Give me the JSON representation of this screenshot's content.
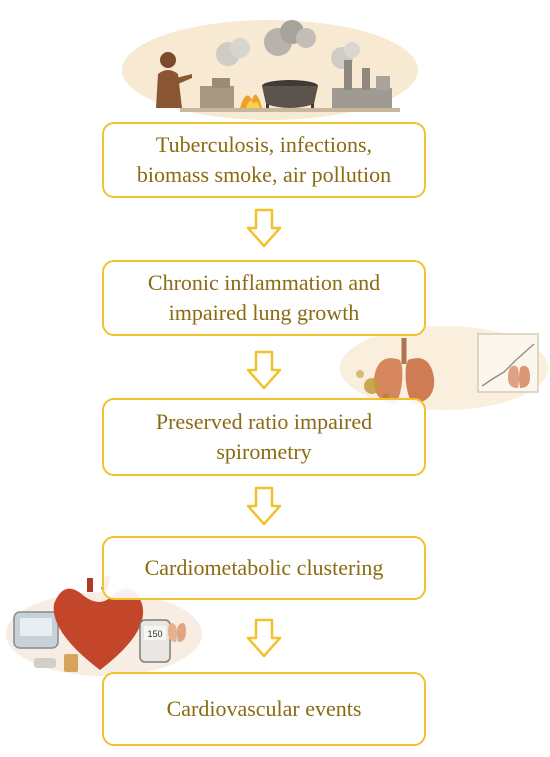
{
  "flowchart": {
    "steps": [
      {
        "id": "step1",
        "lines": [
          "Tuberculosis, infections,",
          "biomass smoke, air pollution"
        ]
      },
      {
        "id": "step2",
        "lines": [
          "Chronic inflammation and",
          "impaired lung growth"
        ]
      },
      {
        "id": "step3",
        "lines": [
          "Preserved ratio impaired",
          "spirometry"
        ]
      },
      {
        "id": "step4",
        "lines": [
          "Cardiometabolic clustering"
        ]
      },
      {
        "id": "step5",
        "lines": [
          "Cardiovascular events"
        ]
      }
    ],
    "illustrations": {
      "top": "smoke-pollution-scene",
      "right": "lungs-illustration",
      "left": "heart-cardiometabolic-illustration"
    }
  },
  "colors": {
    "box_border": "#f0c22e",
    "text": "#8a6a12",
    "arrow": "#f0c22e"
  },
  "blood_pressure_monitor": {
    "reading": "150"
  }
}
